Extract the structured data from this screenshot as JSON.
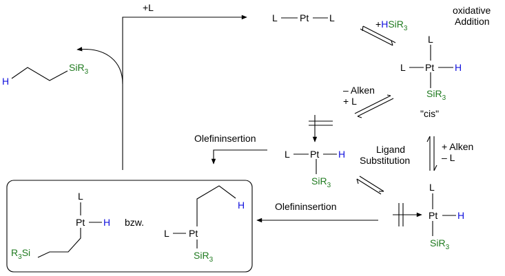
{
  "colors": {
    "ink": "#000000",
    "silyl": "#1f7a1f",
    "hydride": "#1010dd"
  },
  "atoms": {
    "L": "L",
    "Pt": "Pt",
    "H": "H",
    "SiR3_base": "SiR",
    "R3Si_base": "R",
    "Si": "Si",
    "sub3": "3"
  },
  "reagents": {
    "plus_L": "+L",
    "plus": "+",
    "minus_alken": "– Alken",
    "plus_L2": "+ L",
    "plus_alken": "+ Alken",
    "minus_L": "– L"
  },
  "labels": {
    "oxidative": "oxidative",
    "addition": "Addition",
    "cis": "\"cis\"",
    "ligand": "Ligand",
    "substitution": "Substitution",
    "olefininsertion_top": "Olefininsertion",
    "olefininsertion_bottom": "Olefininsertion",
    "bzw": "bzw."
  }
}
